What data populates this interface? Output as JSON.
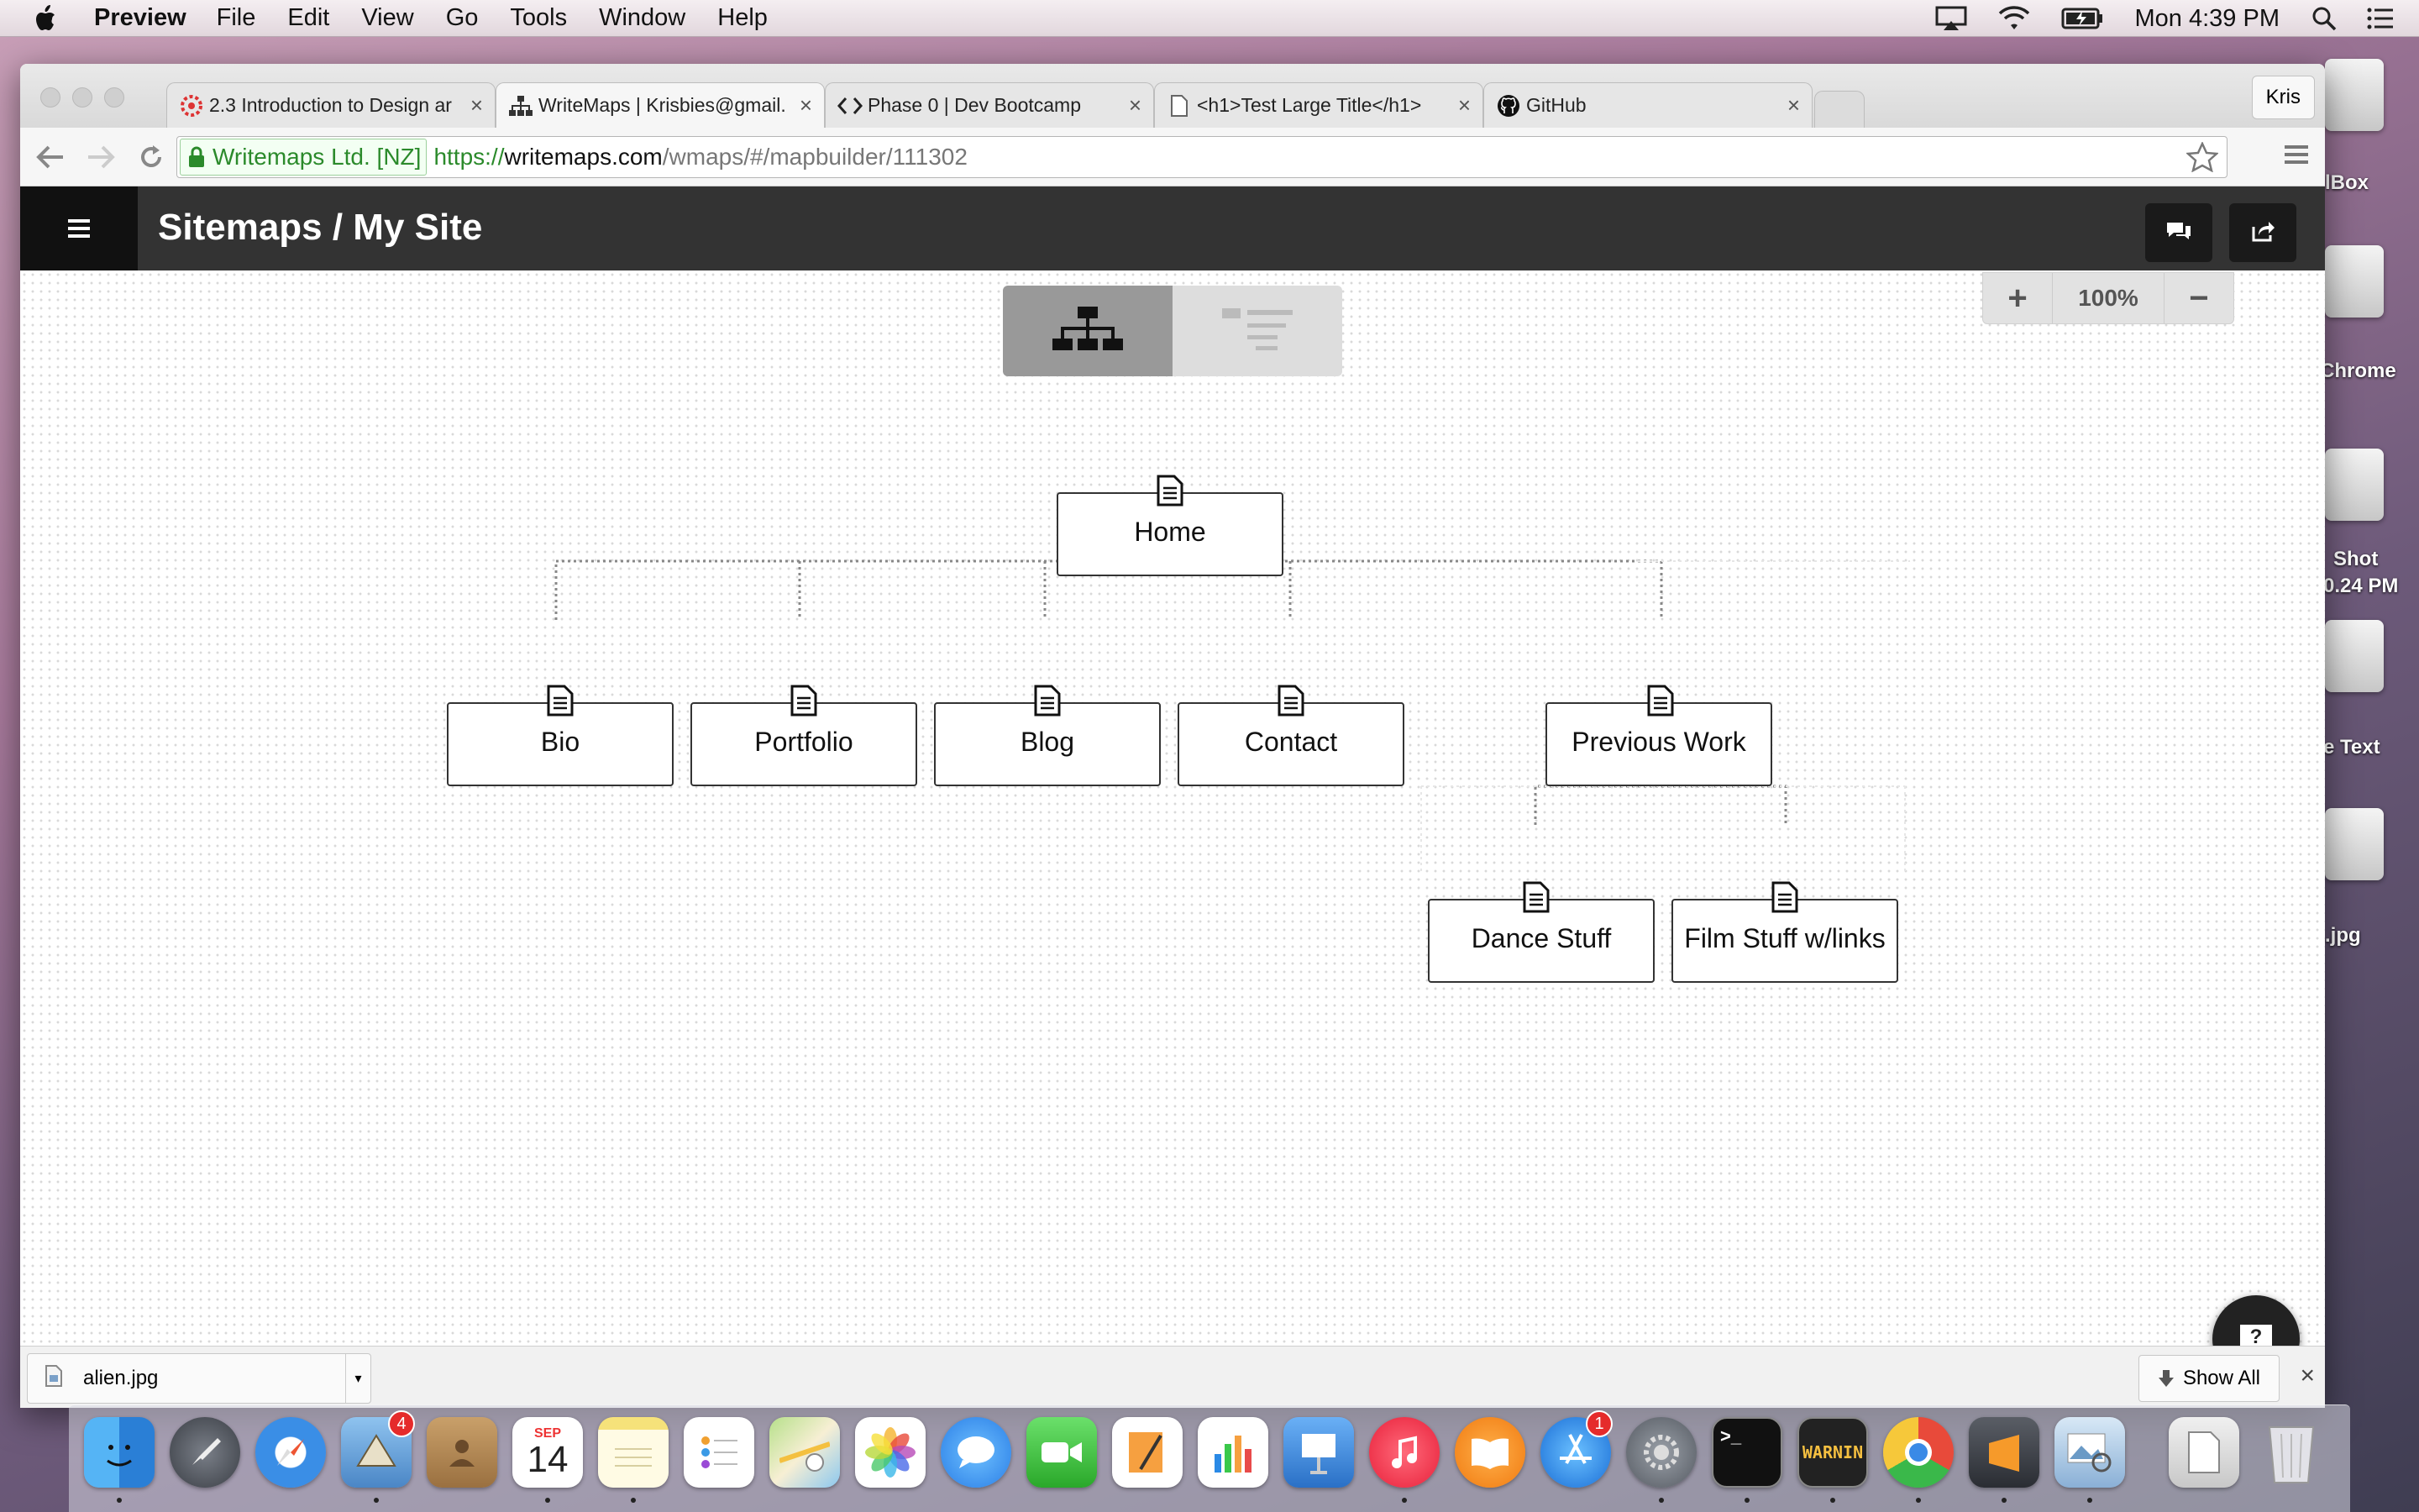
{
  "menubar": {
    "app": "Preview",
    "items": [
      "File",
      "Edit",
      "View",
      "Go",
      "Tools",
      "Window",
      "Help"
    ],
    "clock": "Mon 4:39 PM"
  },
  "desktop": {
    "labels": [
      "lBox",
      "Chrome",
      "Shot",
      "0.24 PM",
      "e Text",
      ".jpg"
    ]
  },
  "browser": {
    "tabs": [
      {
        "title": "2.3 Introduction to Design ar",
        "icon": "dbc-icon"
      },
      {
        "title": "WriteMaps | Krisbies@gmail.",
        "icon": "sitemap-icon",
        "active": true
      },
      {
        "title": "Phase 0 | Dev Bootcamp",
        "icon": "code-icon"
      },
      {
        "title": "<h1>Test Large Title</h1>",
        "icon": "page-icon"
      },
      {
        "title": "GitHub",
        "icon": "github-icon"
      }
    ],
    "profile": "Kris",
    "ev_cert": "Writemaps Ltd. [NZ]",
    "url_scheme": "https://",
    "url_host": "writemaps.com",
    "url_path": "/wmaps/#/mapbuilder/111302"
  },
  "app": {
    "title": "Sitemaps / My Site",
    "zoom": {
      "plus": "+",
      "value": "100%",
      "minus": "−"
    },
    "nodes": {
      "home": "Home",
      "bio": "Bio",
      "portfolio": "Portfolio",
      "blog": "Blog",
      "contact": "Contact",
      "previous_work": "Previous Work",
      "dance_stuff": "Dance Stuff",
      "film_stuff": "Film Stuff w/links"
    },
    "help_label": "?"
  },
  "shelf": {
    "filename": "alien.jpg",
    "show_all": "Show All",
    "close": "×"
  },
  "dock": {
    "mail_badge": "4",
    "calendar_month": "SEP",
    "calendar_day": "14",
    "appstore_badge": "1",
    "console_text": "WARNIN"
  },
  "colors": {
    "header_bg": "#333333",
    "hamburger_bg": "#111111",
    "ev_green": "#2b8a2b",
    "toggle_active": "#999999",
    "toggle_inactive": "#dddddd"
  }
}
